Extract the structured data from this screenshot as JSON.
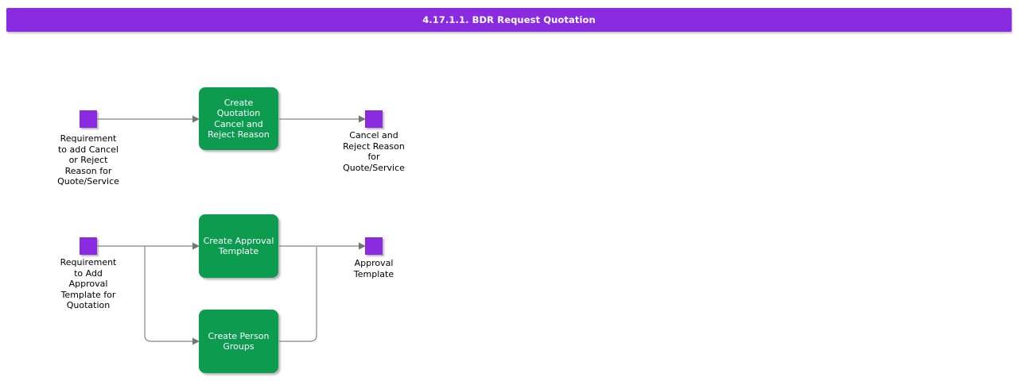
{
  "header": {
    "title": "4.17.1.1. BDR Request Quotation"
  },
  "colors": {
    "header_bg": "#8A2BE2",
    "process_green": "#0D9C4F",
    "event_purple": "#8A2BE2",
    "connector_gray": "#858585",
    "label_text": "#000000",
    "process_text": "#ffffff",
    "page_bg": "#ffffff"
  },
  "flow1": {
    "input": {
      "label": "Requirement\nto add Cancel\nor Reject\nReason for\nQuote/Service"
    },
    "process": {
      "label": "Create\nQuotation\nCancel and\nReject Reason"
    },
    "output": {
      "label": "Cancel and\nReject Reason\nfor\nQuote/Service"
    }
  },
  "flow2": {
    "input": {
      "label": "Requirement\nto Add\nApproval\nTemplate for\nQuotation"
    },
    "process_top": {
      "label": "Create Approval\nTemplate"
    },
    "process_bottom": {
      "label": "Create Person\nGroups"
    },
    "output": {
      "label": "Approval\nTemplate"
    }
  }
}
